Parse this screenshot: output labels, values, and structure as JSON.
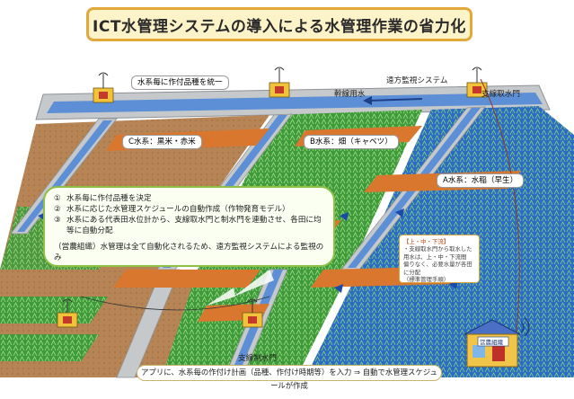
{
  "title": "ICT水管理システムの導入による水管理作業の省力化",
  "top_label": "水系毎に作付品種を統一",
  "remote_system_label": "遠方監視システム",
  "main_canal_label": "幹線用水",
  "branch_gate_label": "支線取水門",
  "branch_control_gate_label": "支線制水門",
  "fields": [
    {
      "label": "C水系：黒米・赤米"
    },
    {
      "label": "B水系：畑（キャベツ）"
    },
    {
      "label": "A水系：水稲（早生）"
    }
  ],
  "steps": [
    {
      "num": "①",
      "text": "水系毎に作付品種を決定"
    },
    {
      "num": "②",
      "text": "水系に応じた水管理スケジュールの自動作成（作物発育モデル）"
    },
    {
      "num": "③",
      "text": "水系にある代表田水位計から、支線取水門と制水門を連動させ、各田に均"
    },
    {
      "num": "",
      "text": "等に自動分配"
    }
  ],
  "steps_note": "（営農組織）水管理は全て自動化されるため、遠方監視システムによる監視のみ",
  "right_note": {
    "heading": "【上・中・下流】",
    "lines": [
      "・支線取水門から取水した用水は、上・中・下流間",
      "偏りなく、必要水量が各田に分配",
      "（標準管理手順）"
    ]
  },
  "farm_org_label": "営農組織",
  "bottom_note": "アプリに、水系毎の作付け計画（品種、作付け時期等）を入力 ⇒ 自動で水管理スケジュールが作成",
  "colors": {
    "title_fill": "#fdf3c8",
    "title_border": "#e2a83a",
    "canal": "#5c8fd6",
    "levee": "#d9772e",
    "field_green": "#3f9a3a",
    "field_blue": "#2d6bc4",
    "soil": "#b78555",
    "concrete": "#c5c9cc"
  }
}
